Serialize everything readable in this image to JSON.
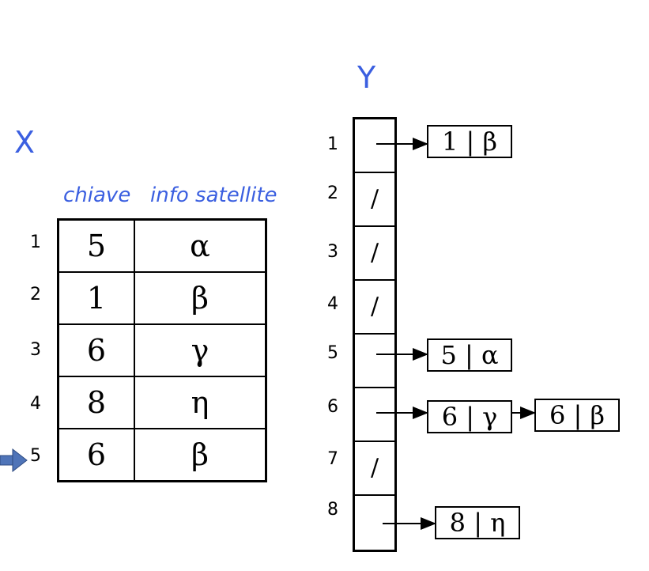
{
  "labels": {
    "x": "X",
    "y": "Y"
  },
  "headers": {
    "key": "chiave",
    "info": "info satellite"
  },
  "x_rows": [
    {
      "index": "1",
      "key": "5",
      "info": "α"
    },
    {
      "index": "2",
      "key": "1",
      "info": "β"
    },
    {
      "index": "3",
      "key": "6",
      "info": "γ"
    },
    {
      "index": "4",
      "key": "8",
      "info": "η"
    },
    {
      "index": "5",
      "key": "6",
      "info": "β"
    }
  ],
  "y_slots": [
    {
      "index": "1",
      "content": ""
    },
    {
      "index": "2",
      "content": "/"
    },
    {
      "index": "3",
      "content": "/"
    },
    {
      "index": "4",
      "content": "/"
    },
    {
      "index": "5",
      "content": ""
    },
    {
      "index": "6",
      "content": ""
    },
    {
      "index": "7",
      "content": "/"
    },
    {
      "index": "8",
      "content": ""
    }
  ],
  "nodes": {
    "n1": "1 | β",
    "n5": "5 | α",
    "n6a": "6 | γ",
    "n6b": "6 | β",
    "n8": "8 | η"
  },
  "colors": {
    "label": "#3b5fe0",
    "pointer_arrow": "#4f74b8"
  }
}
